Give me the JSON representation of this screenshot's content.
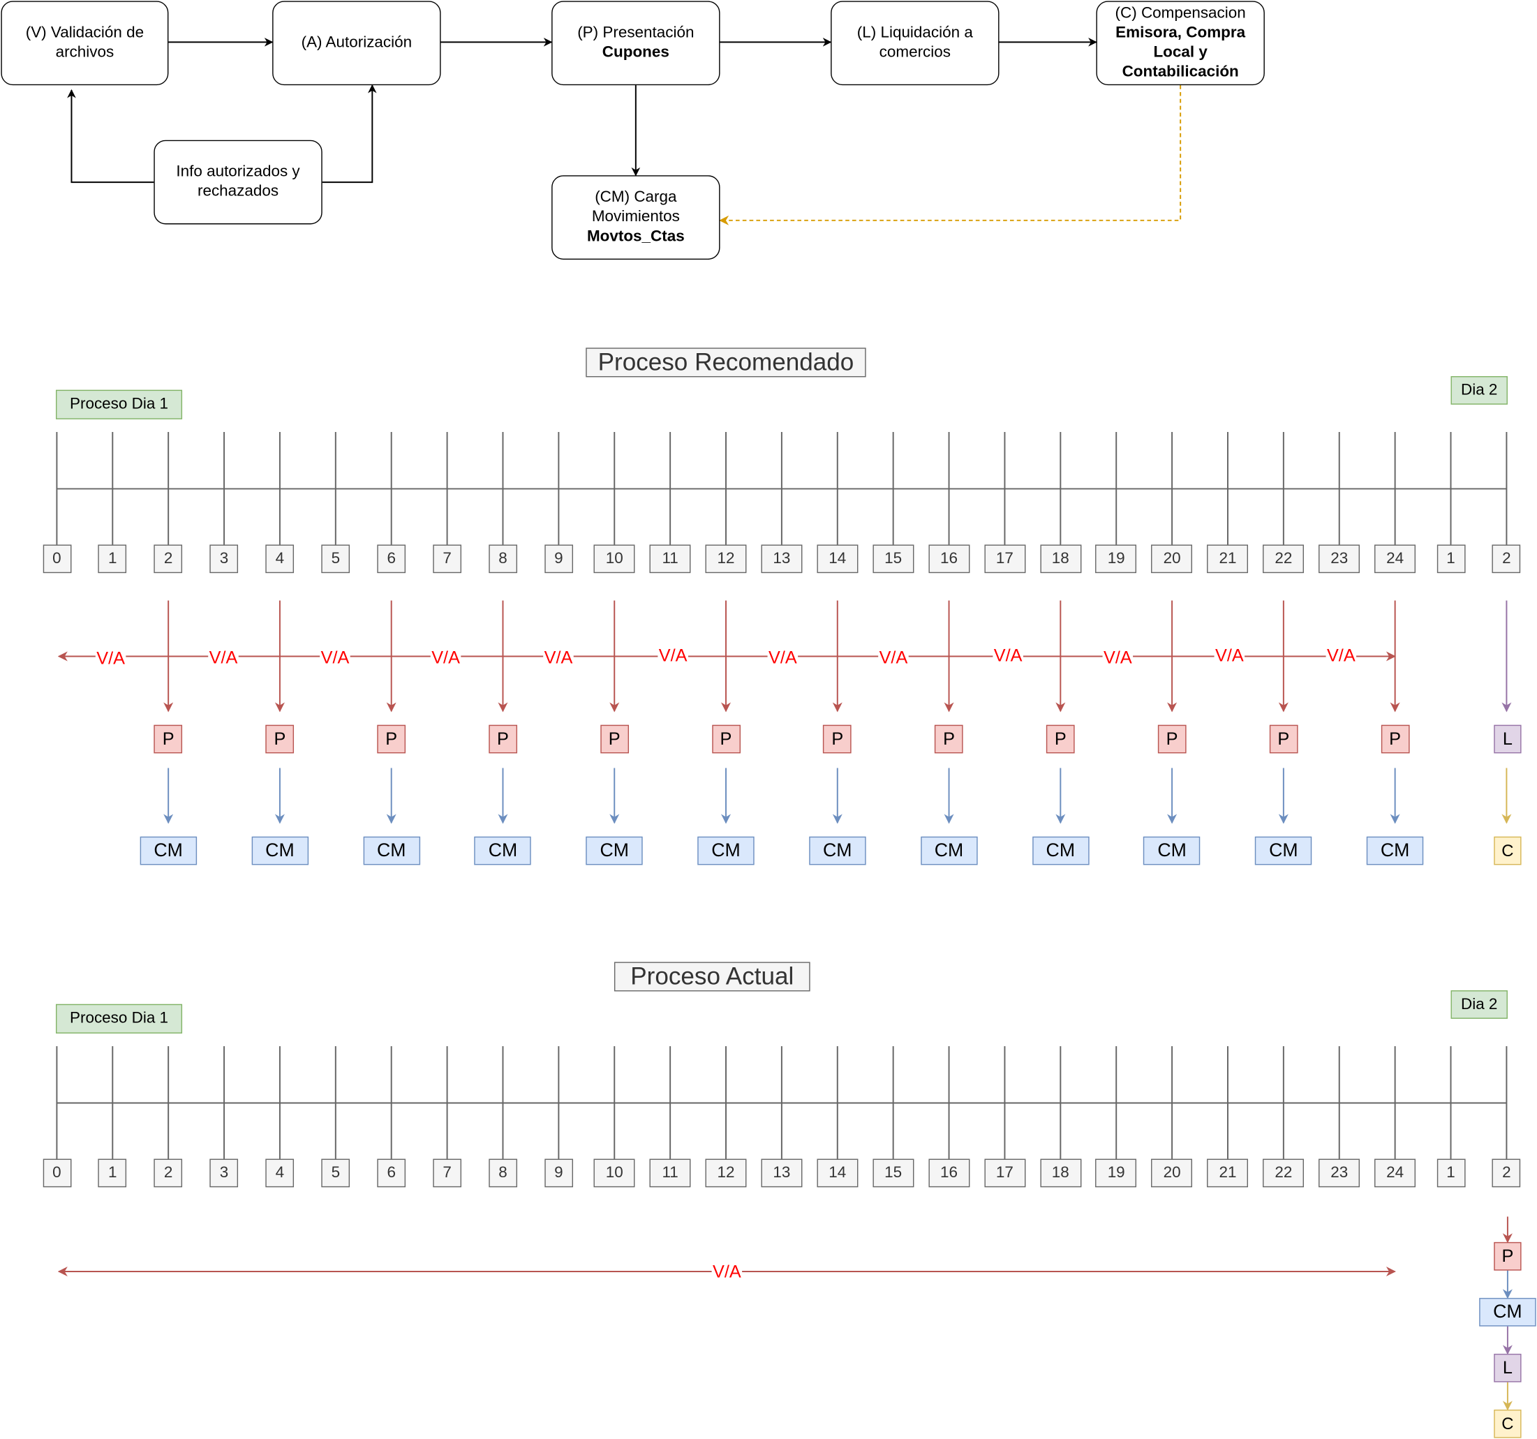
{
  "flow": {
    "validacion": "(V) Validación de archivos",
    "autorizacion": "(A) Autorización",
    "presentacion_line1": "(P) Presentación",
    "presentacion_bold": "Cupones",
    "liquidacion": "(L) Liquidación a comercios",
    "compensacion_line1": "(C) Compensacion",
    "compensacion_bold": "Emisora, Compra Local y Contabilicación",
    "info": "Info autorizados y rechazados",
    "carga_line1": "(CM) Carga Movimientos",
    "carga_bold": "Movtos_Ctas"
  },
  "timeline_labels": [
    "0",
    "1",
    "2",
    "3",
    "4",
    "5",
    "6",
    "7",
    "8",
    "9",
    "10",
    "11",
    "12",
    "13",
    "14",
    "15",
    "16",
    "17",
    "18",
    "19",
    "20",
    "21",
    "22",
    "23",
    "24",
    "1",
    "2"
  ],
  "recomendado": {
    "title": "Proceso Recomendado",
    "day1": "Proceso Dia 1",
    "day2": "Dia 2",
    "va_label": "V/A",
    "p_label": "P",
    "cm_label": "CM",
    "l_label": "L",
    "c_label": "C"
  },
  "actual": {
    "title": "Proceso Actual",
    "day1": "Proceso Dia 1",
    "day2": "Dia 2",
    "va_label": "V/A",
    "p_label": "P",
    "cm_label": "CM",
    "l_label": "L",
    "c_label": "C"
  },
  "colors": {
    "red": "#b85450",
    "blue": "#6c8ebf",
    "purple": "#9673a6",
    "yellow": "#d6b656",
    "orange_dashed": "#d79b00",
    "va_text": "#ff0000"
  }
}
